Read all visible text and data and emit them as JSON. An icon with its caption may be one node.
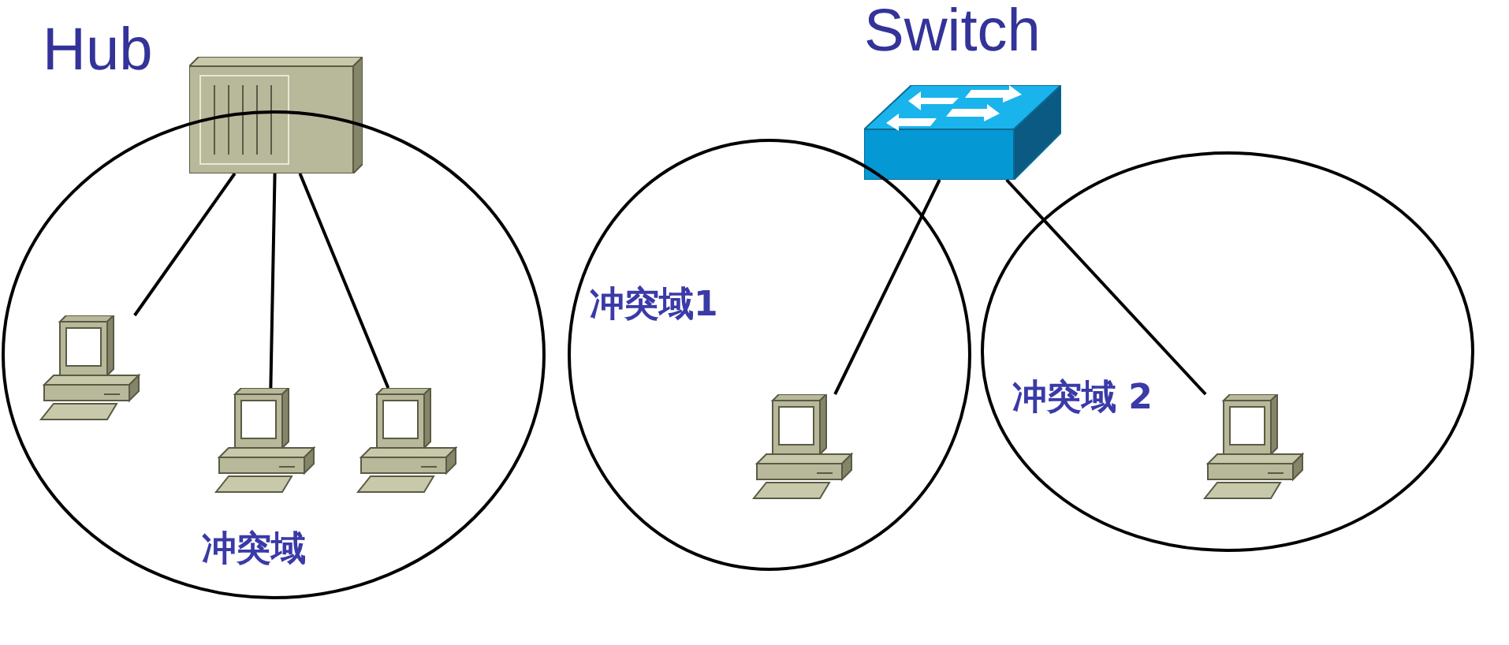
{
  "diagram": {
    "nodes": [
      {
        "text": [],
        "shape": "picture",
        "beside": [
          "Hub"
        ]
      },
      {
        "text": [
          "冲突域"
        ]
      },
      {
        "text": [],
        "shape": "picture",
        "in": 1
      },
      {
        "text": [],
        "shape": "picture",
        "in": 1
      },
      {
        "text": [],
        "shape": "picture",
        "in": 1
      },
      {
        "text": [],
        "shape": "picture",
        "beside": [
          "Switch"
        ]
      },
      {
        "text": [
          "冲突域1"
        ]
      },
      {
        "text": [],
        "shape": "picture",
        "in": 6
      },
      {
        "text": [
          "冲突域 2"
        ]
      },
      {
        "text": [],
        "shape": "picture",
        "in": 8
      }
    ],
    "edges": [
      {
        "from": 0,
        "to": 2,
        "arrow": "none"
      },
      {
        "from": 0,
        "to": 3,
        "arrow": "none"
      },
      {
        "from": 0,
        "to": 4,
        "arrow": "none"
      },
      {
        "from": 5,
        "to": 7,
        "arrow": "none"
      },
      {
        "from": 5,
        "to": 9,
        "arrow": "none"
      }
    ]
  }
}
